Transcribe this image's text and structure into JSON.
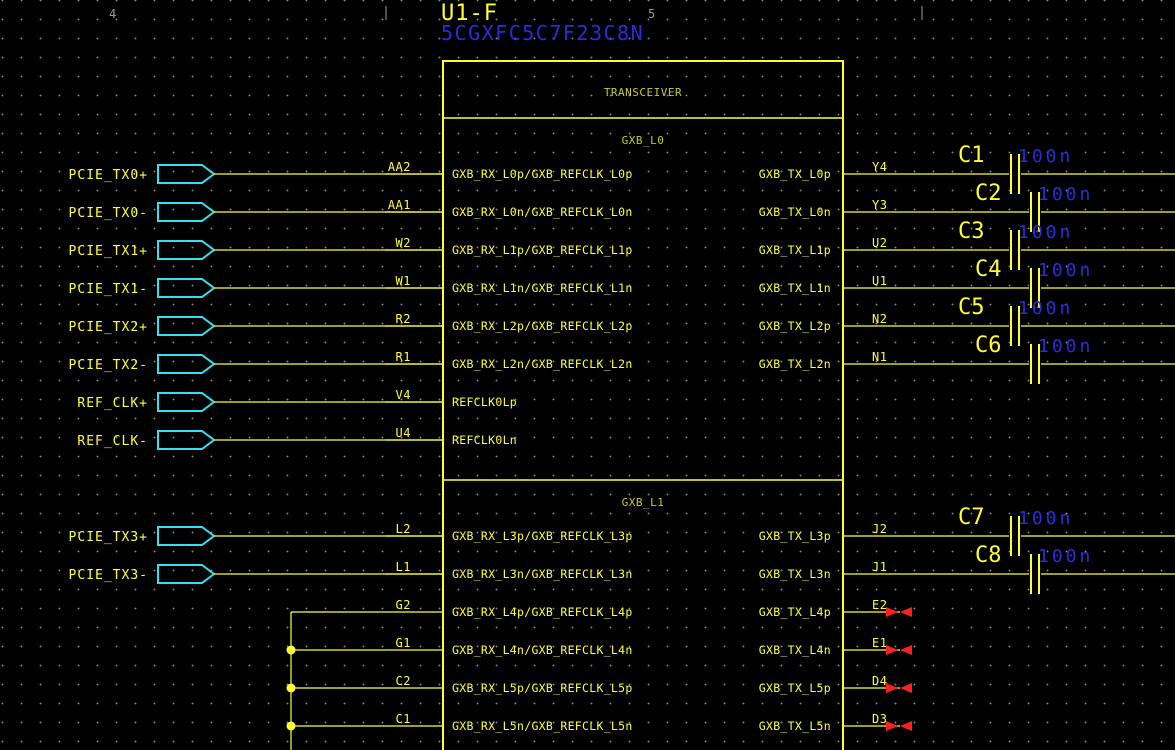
{
  "colors": {
    "background": "#000000",
    "wire": "#ffff33",
    "port": "#33e0f0",
    "value": "#2b2bd9",
    "noconnect": "#ff2020",
    "grid": "#8a8a8a"
  },
  "ruler": {
    "col_left": "4",
    "col_right": "5"
  },
  "part": {
    "ref": "U1-F",
    "value": "5CGXFC5C7F23C8N"
  },
  "sections": {
    "header": "TRANSCEIVER",
    "bank0": "GXB_L0",
    "bank1": "GXB_L1"
  },
  "ports": [
    {
      "label": "PCIE_TX0+"
    },
    {
      "label": "PCIE_TX0-"
    },
    {
      "label": "PCIE_TX1+"
    },
    {
      "label": "PCIE_TX1-"
    },
    {
      "label": "PCIE_TX2+"
    },
    {
      "label": "PCIE_TX2-"
    },
    {
      "label": "REF_CLK+"
    },
    {
      "label": "REF_CLK-"
    },
    {
      "label": "PCIE_TX3+"
    },
    {
      "label": "PCIE_TX3-"
    }
  ],
  "left_pins": [
    {
      "num": "AA2",
      "name": "GXB_RX_L0p/GXB_REFCLK_L0p"
    },
    {
      "num": "AA1",
      "name": "GXB_RX_L0n/GXB_REFCLK_L0n"
    },
    {
      "num": "W2",
      "name": "GXB_RX_L1p/GXB_REFCLK_L1p"
    },
    {
      "num": "W1",
      "name": "GXB_RX_L1n/GXB_REFCLK_L1n"
    },
    {
      "num": "R2",
      "name": "GXB_RX_L2p/GXB_REFCLK_L2p"
    },
    {
      "num": "R1",
      "name": "GXB_RX_L2n/GXB_REFCLK_L2n"
    },
    {
      "num": "V4",
      "name": "REFCLK0Lp"
    },
    {
      "num": "U4",
      "name": "REFCLK0Ln"
    },
    {
      "num": "L2",
      "name": "GXB_RX_L3p/GXB_REFCLK_L3p"
    },
    {
      "num": "L1",
      "name": "GXB_RX_L3n/GXB_REFCLK_L3n"
    },
    {
      "num": "G2",
      "name": "GXB_RX_L4p/GXB_REFCLK_L4p"
    },
    {
      "num": "G1",
      "name": "GXB_RX_L4n/GXB_REFCLK_L4n"
    },
    {
      "num": "C2",
      "name": "GXB_RX_L5p/GXB_REFCLK_L5p"
    },
    {
      "num": "C1",
      "name": "GXB_RX_L5n/GXB_REFCLK_L5n"
    }
  ],
  "right_pins": [
    {
      "num": "Y4",
      "name": "GXB_TX_L0p"
    },
    {
      "num": "Y3",
      "name": "GXB_TX_L0n"
    },
    {
      "num": "U2",
      "name": "GXB_TX_L1p"
    },
    {
      "num": "U1",
      "name": "GXB_TX_L1n"
    },
    {
      "num": "N2",
      "name": "GXB_TX_L2p"
    },
    {
      "num": "N1",
      "name": "GXB_TX_L2n"
    },
    {
      "num": "J2",
      "name": "GXB_TX_L3p"
    },
    {
      "num": "J1",
      "name": "GXB_TX_L3n"
    },
    {
      "num": "E2",
      "name": "GXB_TX_L4p"
    },
    {
      "num": "E1",
      "name": "GXB_TX_L4n"
    },
    {
      "num": "D4",
      "name": "GXB_TX_L5p"
    },
    {
      "num": "D3",
      "name": "GXB_TX_L5n"
    }
  ],
  "capacitors": [
    {
      "ref": "C1",
      "value": "100n"
    },
    {
      "ref": "C2",
      "value": "100n"
    },
    {
      "ref": "C3",
      "value": "100n"
    },
    {
      "ref": "C4",
      "value": "100n"
    },
    {
      "ref": "C5",
      "value": "100n"
    },
    {
      "ref": "C6",
      "value": "100n"
    },
    {
      "ref": "C7",
      "value": "100n"
    },
    {
      "ref": "C8",
      "value": "100n"
    }
  ]
}
